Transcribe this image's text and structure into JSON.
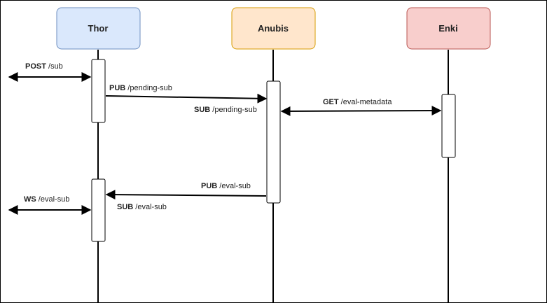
{
  "actors": [
    {
      "name": "Thor",
      "fill": "#dae8fc",
      "stroke": "#6c8ebf"
    },
    {
      "name": "Anubis",
      "fill": "#ffe6cc",
      "stroke": "#d79b00"
    },
    {
      "name": "Enki",
      "fill": "#f8cecc",
      "stroke": "#b85450"
    }
  ],
  "messages": [
    {
      "verb": "POST",
      "path": " /sub"
    },
    {
      "verb": "PUB",
      "path": " /pending-sub"
    },
    {
      "verb": "SUB",
      "path": " /pending-sub"
    },
    {
      "verb": "GET",
      "path": " /eval-metadata"
    },
    {
      "verb": "PUB",
      "path": " /eval-sub"
    },
    {
      "verb": "SUB",
      "path": " /eval-sub"
    },
    {
      "verb": "WS",
      "path": " /eval-sub"
    }
  ]
}
